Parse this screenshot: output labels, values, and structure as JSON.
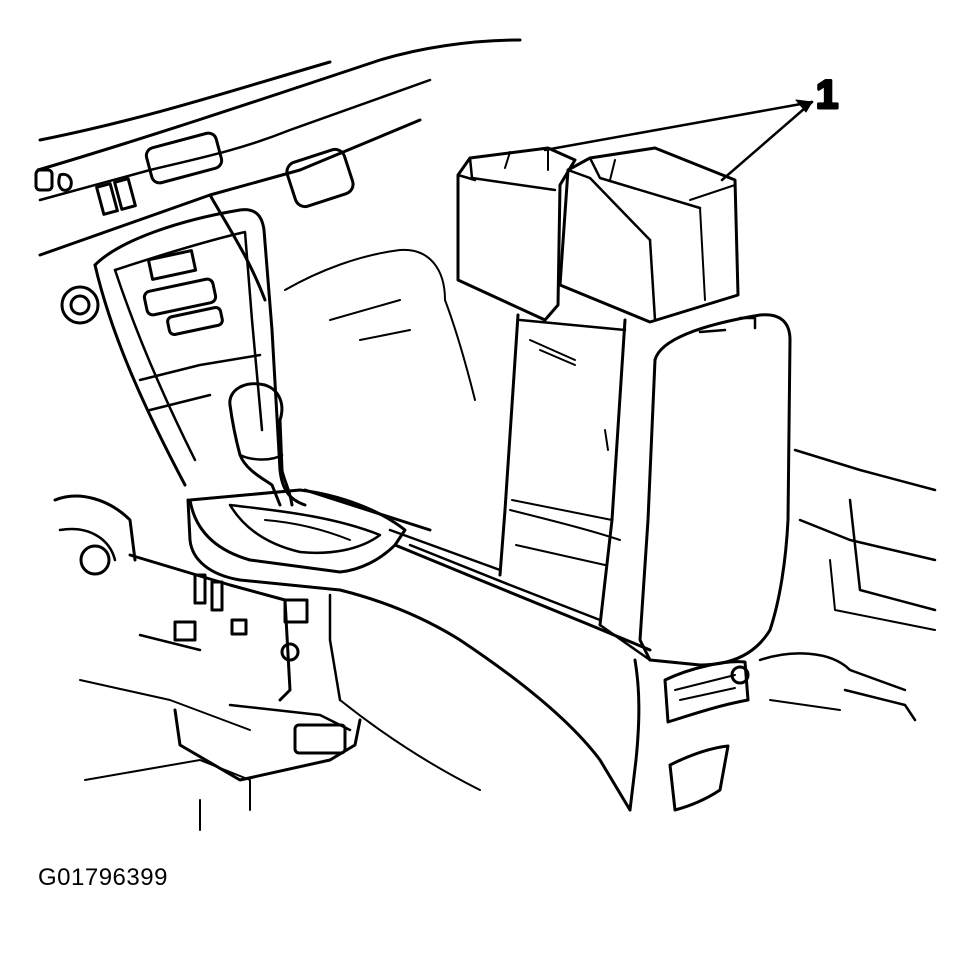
{
  "callouts": [
    {
      "label": "1",
      "target": "cup-holder-inserts"
    }
  ],
  "figure_id": "G01796399",
  "colors": {
    "ink": "#000000",
    "paper": "#ffffff"
  },
  "parts": [
    "center-console",
    "shift-lever",
    "armrest-lid",
    "cup-holder-inserts",
    "instrument-panel",
    "rear-air-vent",
    "floor-bracket"
  ]
}
